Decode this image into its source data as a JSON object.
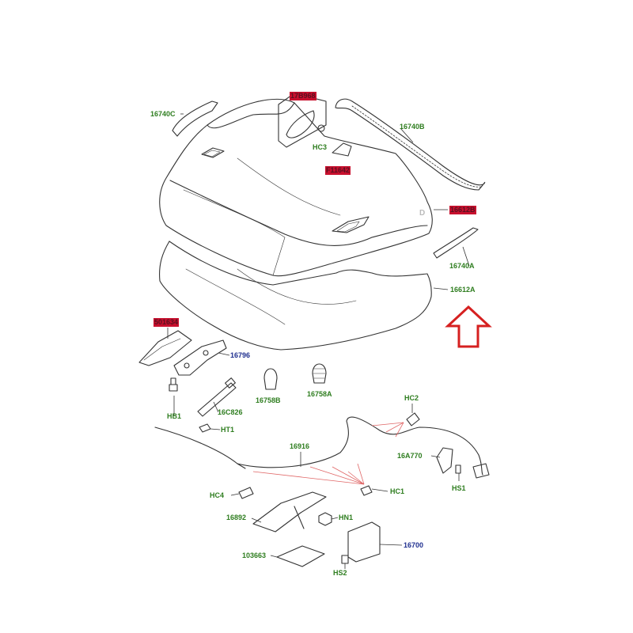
{
  "labels": {
    "p16740C": "16740C",
    "p17b968": "17B968",
    "pHC3": "HC3",
    "p16740B": "16740B",
    "pF11642": "F11642",
    "p16612B": "16612B",
    "p16740A": "16740A",
    "p16612A": "16612A",
    "p501634": "501634",
    "p16796": "16796",
    "p16758B": "16758B",
    "p16758A": "16758A",
    "pHB1": "HB1",
    "p16C826": "16C826",
    "pHT1": "HT1",
    "pHC2": "HC2",
    "p16916": "16916",
    "p16A770": "16A770",
    "pHS1": "HS1",
    "pHC4": "HC4",
    "pHC1": "HC1",
    "p16892": "16892",
    "pHN1": "HN1",
    "p16700": "16700",
    "p103663": "103663",
    "pHS2": "HS2"
  },
  "colors": {
    "label_green": "#2e7d1f",
    "label_blue": "#1f2f8f",
    "highlight": "#c8102e",
    "arrow": "#d62020",
    "line": "#333333"
  }
}
